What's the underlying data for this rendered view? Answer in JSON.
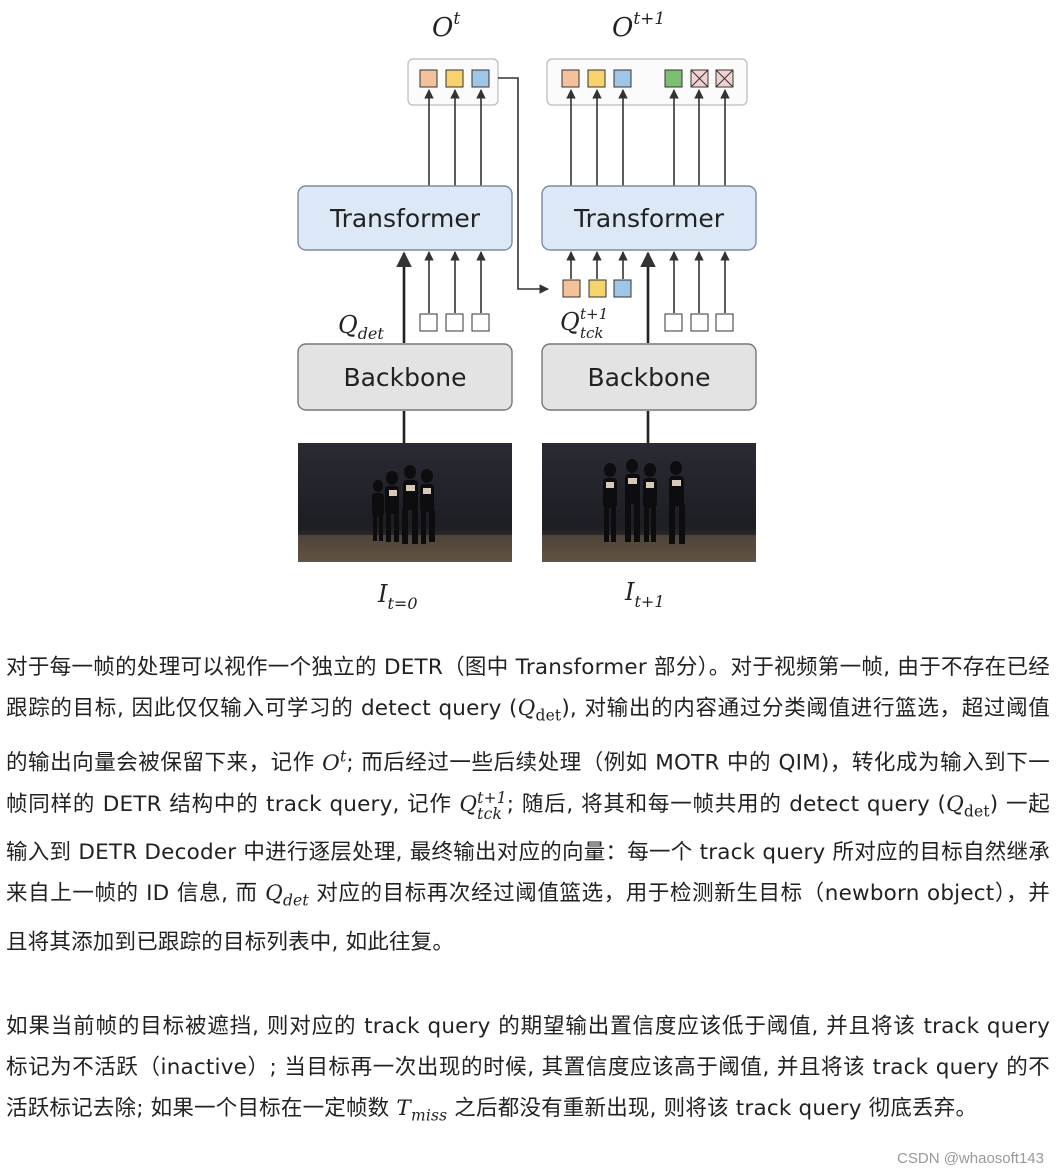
{
  "figure": {
    "outputs_left": {
      "symbol": "O",
      "superscript": "t"
    },
    "outputs_right": {
      "symbol": "O",
      "superscript": "t+1"
    },
    "transformer_label": "Transformer",
    "backbone_label": "Backbone",
    "q_det": {
      "symbol": "Q",
      "subscript": "det"
    },
    "q_tck": {
      "symbol": "Q",
      "superscript": "t+1",
      "subscript": "tck"
    },
    "frame_left": {
      "symbol": "I",
      "subscript": "t=0"
    },
    "frame_right": {
      "symbol": "I",
      "subscript": "t+1"
    },
    "colors": {
      "orange": "#f5c19a",
      "yellow": "#f6d36b",
      "blue": "#9cc6ea",
      "green": "#7dbf72",
      "pink": "#f2d0d0",
      "transformer_fill": "#dde8f6",
      "backbone_fill": "#e3e3e3"
    }
  },
  "paragraph1": {
    "s1": "对于每一帧的处理可以视作一个独立的 DETR（图中 Transformer 部分）。对于视频第一帧, 由于不存在已经跟踪的目标, 因此仅仅输入可学习的 detect query (",
    "m1": {
      "symbol": "Q",
      "subscript": "det"
    },
    "s2": "), 对输出的内容通过分类阈值进行篮选，超过阈值的输出向量会被保留下来，记作 ",
    "m2": {
      "symbol": "O",
      "superscript": "t"
    },
    "s3": "; 而后经过一些后续处理（例如 MOTR 中的 QIM)，转化成为输入到下一帧同样的 DETR 结构中的 track query, 记作 ",
    "m3": {
      "symbol": "Q",
      "superscript": "t+1",
      "subscript": "tck"
    },
    "s4": "; 随后, 将其和每一帧共用的 detect query (",
    "m4": {
      "symbol": "Q",
      "subscript": "det"
    },
    "s5": ") 一起输入到 DETR Decoder 中进行逐层处理, 最终输出对应的向量：每一个 track query 所对应的目标自然继承来自上一帧的 ID 信息, 而 ",
    "m5": {
      "symbol": "Q",
      "subscript": "det"
    },
    "s6": " 对应的目标再次经过阈值篮选，用于检测新生目标（newborn object），并且将其添加到已跟踪的目标列表中, 如此往复。"
  },
  "paragraph2": {
    "s1": "如果当前帧的目标被遮挡, 则对应的 track query 的期望输出置信度应该低于阈值, 并且将该 track query 标记为不活跃（inactive）; 当目标再一次出现的时候, 其置信度应该高于阈值, 并且将该 track query 的不活跃标记去除; 如果一个目标在一定帧数 ",
    "m1": {
      "symbol": "T",
      "subscript": "miss"
    },
    "s2": " 之后都没有重新出现, 则将该 track query 彻底丢弃。"
  },
  "watermark": "CSDN @whaosoft143"
}
